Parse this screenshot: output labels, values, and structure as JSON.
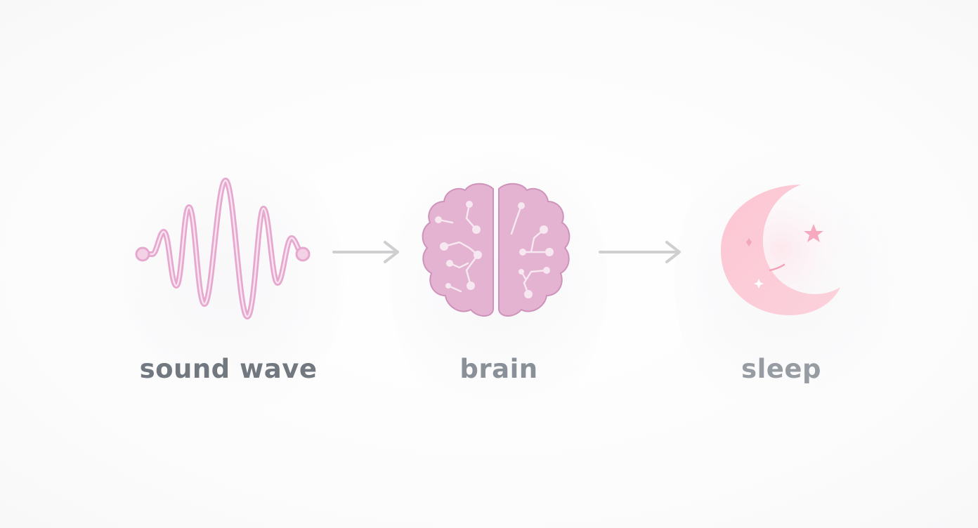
{
  "steps": [
    {
      "id": "sound-wave",
      "label": "sound wave",
      "icon": "sound-wave-icon"
    },
    {
      "id": "brain",
      "label": "brain",
      "icon": "brain-icon"
    },
    {
      "id": "sleep",
      "label": "sleep",
      "icon": "crescent-moon-icon"
    }
  ],
  "connectors": [
    {
      "from": "sound-wave",
      "to": "brain",
      "icon": "arrow-right-icon"
    },
    {
      "from": "brain",
      "to": "sleep",
      "icon": "arrow-right-icon"
    }
  ],
  "colors": {
    "wave": "#e6a8cf",
    "brain_fill": "#e3b3d1",
    "brain_stroke": "#cf93bb",
    "moon": "#fbc8d4",
    "arrow": "#cfcfd2",
    "label_sound": "#727880",
    "label_brain": "#8a9098",
    "label_sleep": "#979ca3"
  }
}
